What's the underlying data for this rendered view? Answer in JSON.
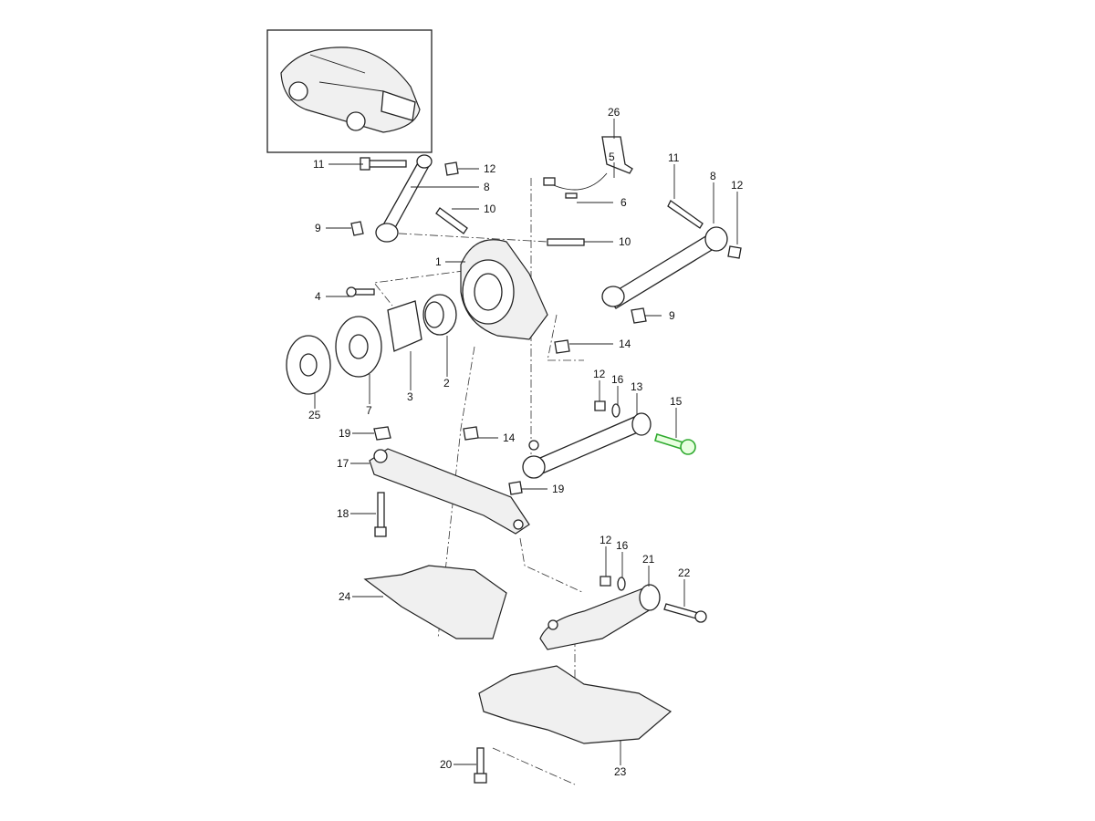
{
  "diagram": {
    "title": "Rear axle suspension parts diagram",
    "callouts": [
      "11",
      "12",
      "8",
      "10",
      "9",
      "10",
      "1",
      "4",
      "26",
      "5",
      "6",
      "11",
      "8",
      "12",
      "9",
      "14",
      "12",
      "16",
      "13",
      "15",
      "2",
      "3",
      "7",
      "25",
      "19",
      "14",
      "17",
      "19",
      "18",
      "12",
      "16",
      "21",
      "22",
      "24",
      "20",
      "23"
    ],
    "highlighted_part": "15",
    "highlight_color": "#2faa2f"
  }
}
